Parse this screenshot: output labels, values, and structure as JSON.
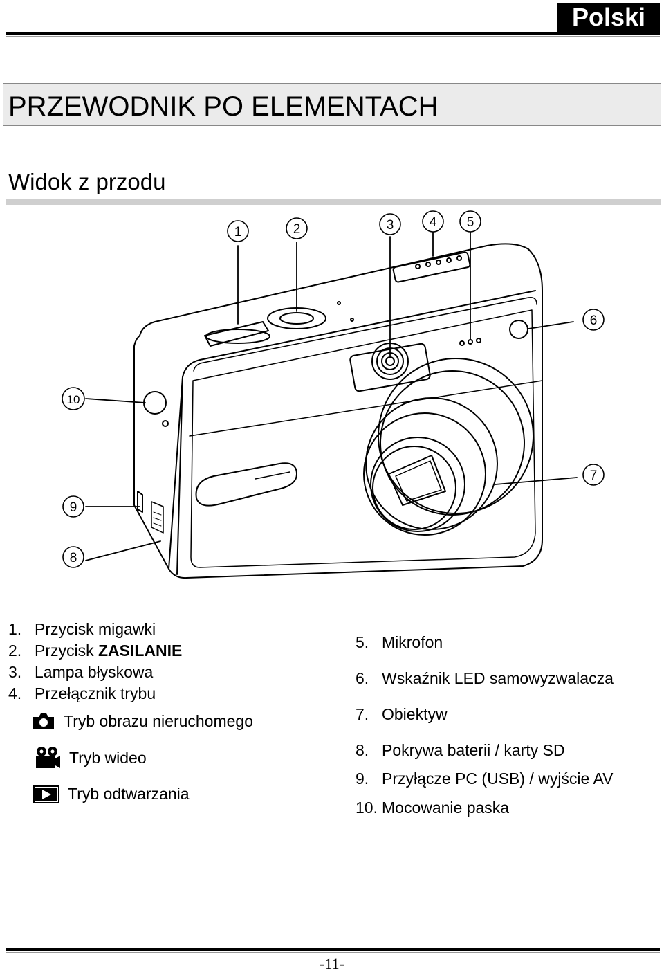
{
  "header": {
    "language": "Polski"
  },
  "section_title": "PRZEWODNIK PO ELEMENTACH",
  "subsection_title": "Widok z przodu",
  "figure": {
    "callouts": [
      "1",
      "2",
      "3",
      "4",
      "5",
      "6",
      "7",
      "8",
      "9",
      "10"
    ]
  },
  "left_items": [
    {
      "num": "1.",
      "label": "Przycisk migawki"
    },
    {
      "num": "2.",
      "label": "Przycisk ",
      "label_bold": "ZASILANIE"
    },
    {
      "num": "3.",
      "label": "Lampa błyskowa"
    },
    {
      "num": "4.",
      "label": "Przełącznik trybu"
    }
  ],
  "modes": [
    {
      "icon": "camera-icon",
      "label": "Tryb obrazu nieruchomego"
    },
    {
      "icon": "movie-camera-icon",
      "label": "Tryb wideo"
    },
    {
      "icon": "play-icon",
      "label": "Tryb odtwarzania"
    }
  ],
  "right_items": [
    {
      "num": "5.",
      "label": "Mikrofon"
    },
    {
      "num": "6.",
      "label": "Wskaźnik LED samowyzwalacza"
    },
    {
      "num": "7.",
      "label": "Obiektyw"
    },
    {
      "num": "8.",
      "label": "Pokrywa baterii / karty SD"
    },
    {
      "num": "9.",
      "label": "Przyłącze PC (USB) / wyjście AV"
    },
    {
      "num": "10.",
      "label": "Mocowanie paska"
    }
  ],
  "footer": {
    "page_number": "-11-"
  }
}
